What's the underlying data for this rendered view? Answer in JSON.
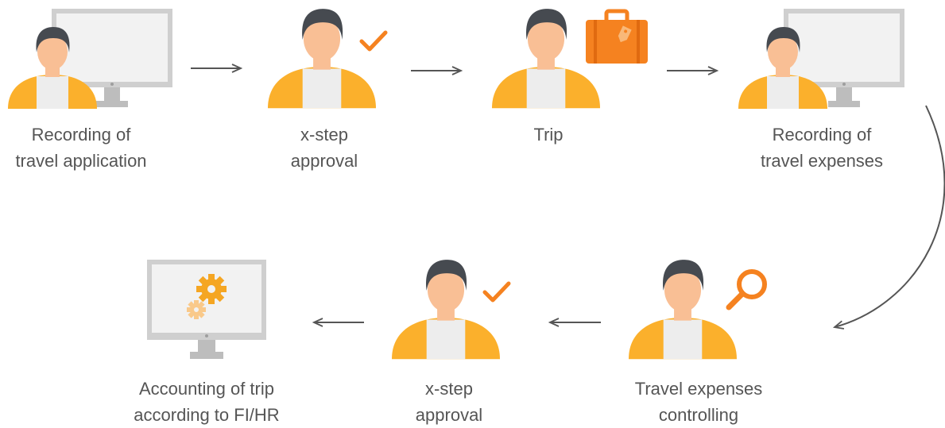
{
  "steps": [
    {
      "id": "recording-application",
      "line1": "Recording of",
      "line2": "travel application",
      "icons": [
        "person-icon",
        "monitor-icon"
      ]
    },
    {
      "id": "approval-1",
      "line1": "x-step",
      "line2": "approval",
      "icons": [
        "person-icon",
        "checkmark-icon"
      ]
    },
    {
      "id": "trip",
      "line1": "Trip",
      "line2": "",
      "icons": [
        "person-icon",
        "suitcase-icon"
      ]
    },
    {
      "id": "recording-expenses",
      "line1": "Recording of",
      "line2": "travel expenses",
      "icons": [
        "person-icon",
        "monitor-icon"
      ]
    },
    {
      "id": "controlling",
      "line1": "Travel expenses",
      "line2": "controlling",
      "icons": [
        "person-icon",
        "magnifier-icon"
      ]
    },
    {
      "id": "approval-2",
      "line1": "x-step",
      "line2": "approval",
      "icons": [
        "person-icon",
        "checkmark-icon"
      ]
    },
    {
      "id": "accounting",
      "line1": "Accounting of trip",
      "line2": "according to FI/HR",
      "icons": [
        "monitor-icon",
        "gears-icon"
      ]
    }
  ],
  "colors": {
    "skin": "#F9BF95",
    "hair": "#464A50",
    "shirt": "#EDEDED",
    "jacket": "#FBB02C",
    "accent": "#F58220",
    "accent_light": "#F9A74B",
    "monitor": "#CFCFCF",
    "monitor_screen": "#F2F2F2",
    "text": "#555555",
    "arrow": "#555555"
  }
}
